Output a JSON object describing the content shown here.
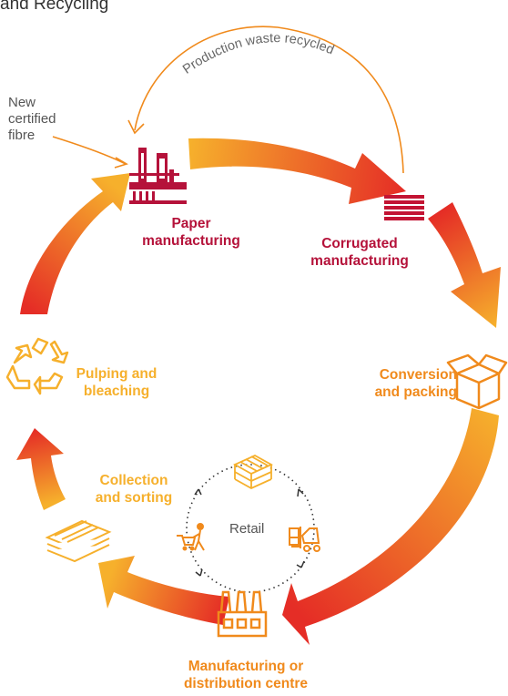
{
  "title": "and Recycling",
  "loop_label": "Production waste recycled",
  "input_note": [
    "New",
    "certified",
    "fibre"
  ],
  "center_label": "Retail",
  "stages": {
    "paper": [
      "Paper",
      "manufacturing"
    ],
    "corrugated": [
      "Corrugated",
      "manufacturing"
    ],
    "conversion": [
      "Conversion",
      "and packing"
    ],
    "distribution": [
      "Manufacturing or",
      "distribution centre"
    ],
    "collection": [
      "Collection",
      "and sorting"
    ],
    "pulping": [
      "Pulping and",
      "bleaching"
    ]
  },
  "colors": {
    "crimson": "#b5123a",
    "orange": "#f08a1c",
    "amber": "#f6b02c",
    "red": "#e52d26",
    "text": "#555555"
  },
  "icons": [
    "paper-mill-icon",
    "corrugated-stack-icon",
    "open-box-icon",
    "factory-icon",
    "newspaper-stack-icon",
    "recycle-icon",
    "pallet-stack-icon",
    "shopper-icon",
    "forklift-icon"
  ]
}
